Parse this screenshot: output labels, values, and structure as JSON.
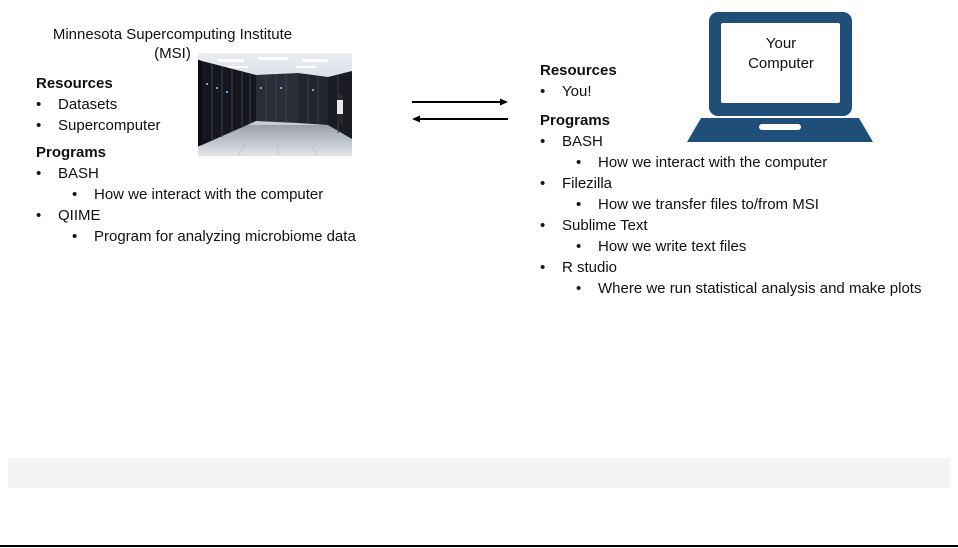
{
  "left": {
    "title_line1": "Minnesota Supercomputing Institute",
    "title_line2": "(MSI)",
    "resources_heading": "Resources",
    "resources": [
      "Datasets",
      "Supercomputer"
    ],
    "programs_heading": "Programs",
    "programs": [
      {
        "name": "BASH",
        "desc": "How we interact with the computer"
      },
      {
        "name": "QIIME",
        "desc": "Program for analyzing microbiome data"
      }
    ]
  },
  "right": {
    "laptop_line1": "Your",
    "laptop_line2": "Computer",
    "resources_heading": "Resources",
    "resources": [
      "You!"
    ],
    "programs_heading": "Programs",
    "programs": [
      {
        "name": "BASH",
        "desc": "How we interact with the computer"
      },
      {
        "name": "Filezilla",
        "desc": "How we transfer files to/from MSI"
      },
      {
        "name": "Sublime Text",
        "desc": "How we write text files"
      },
      {
        "name": "R studio",
        "desc": "Where we run statistical analysis and make plots"
      }
    ]
  },
  "colors": {
    "laptop_blue": "#1f4e79",
    "text": "#111111",
    "server_rack": "#1b1e25",
    "floor": "#c9ccd2"
  },
  "icons": {
    "server_photo": "server-room-icon",
    "laptop": "laptop-icon",
    "arrows": "bidirectional-arrows-icon"
  }
}
